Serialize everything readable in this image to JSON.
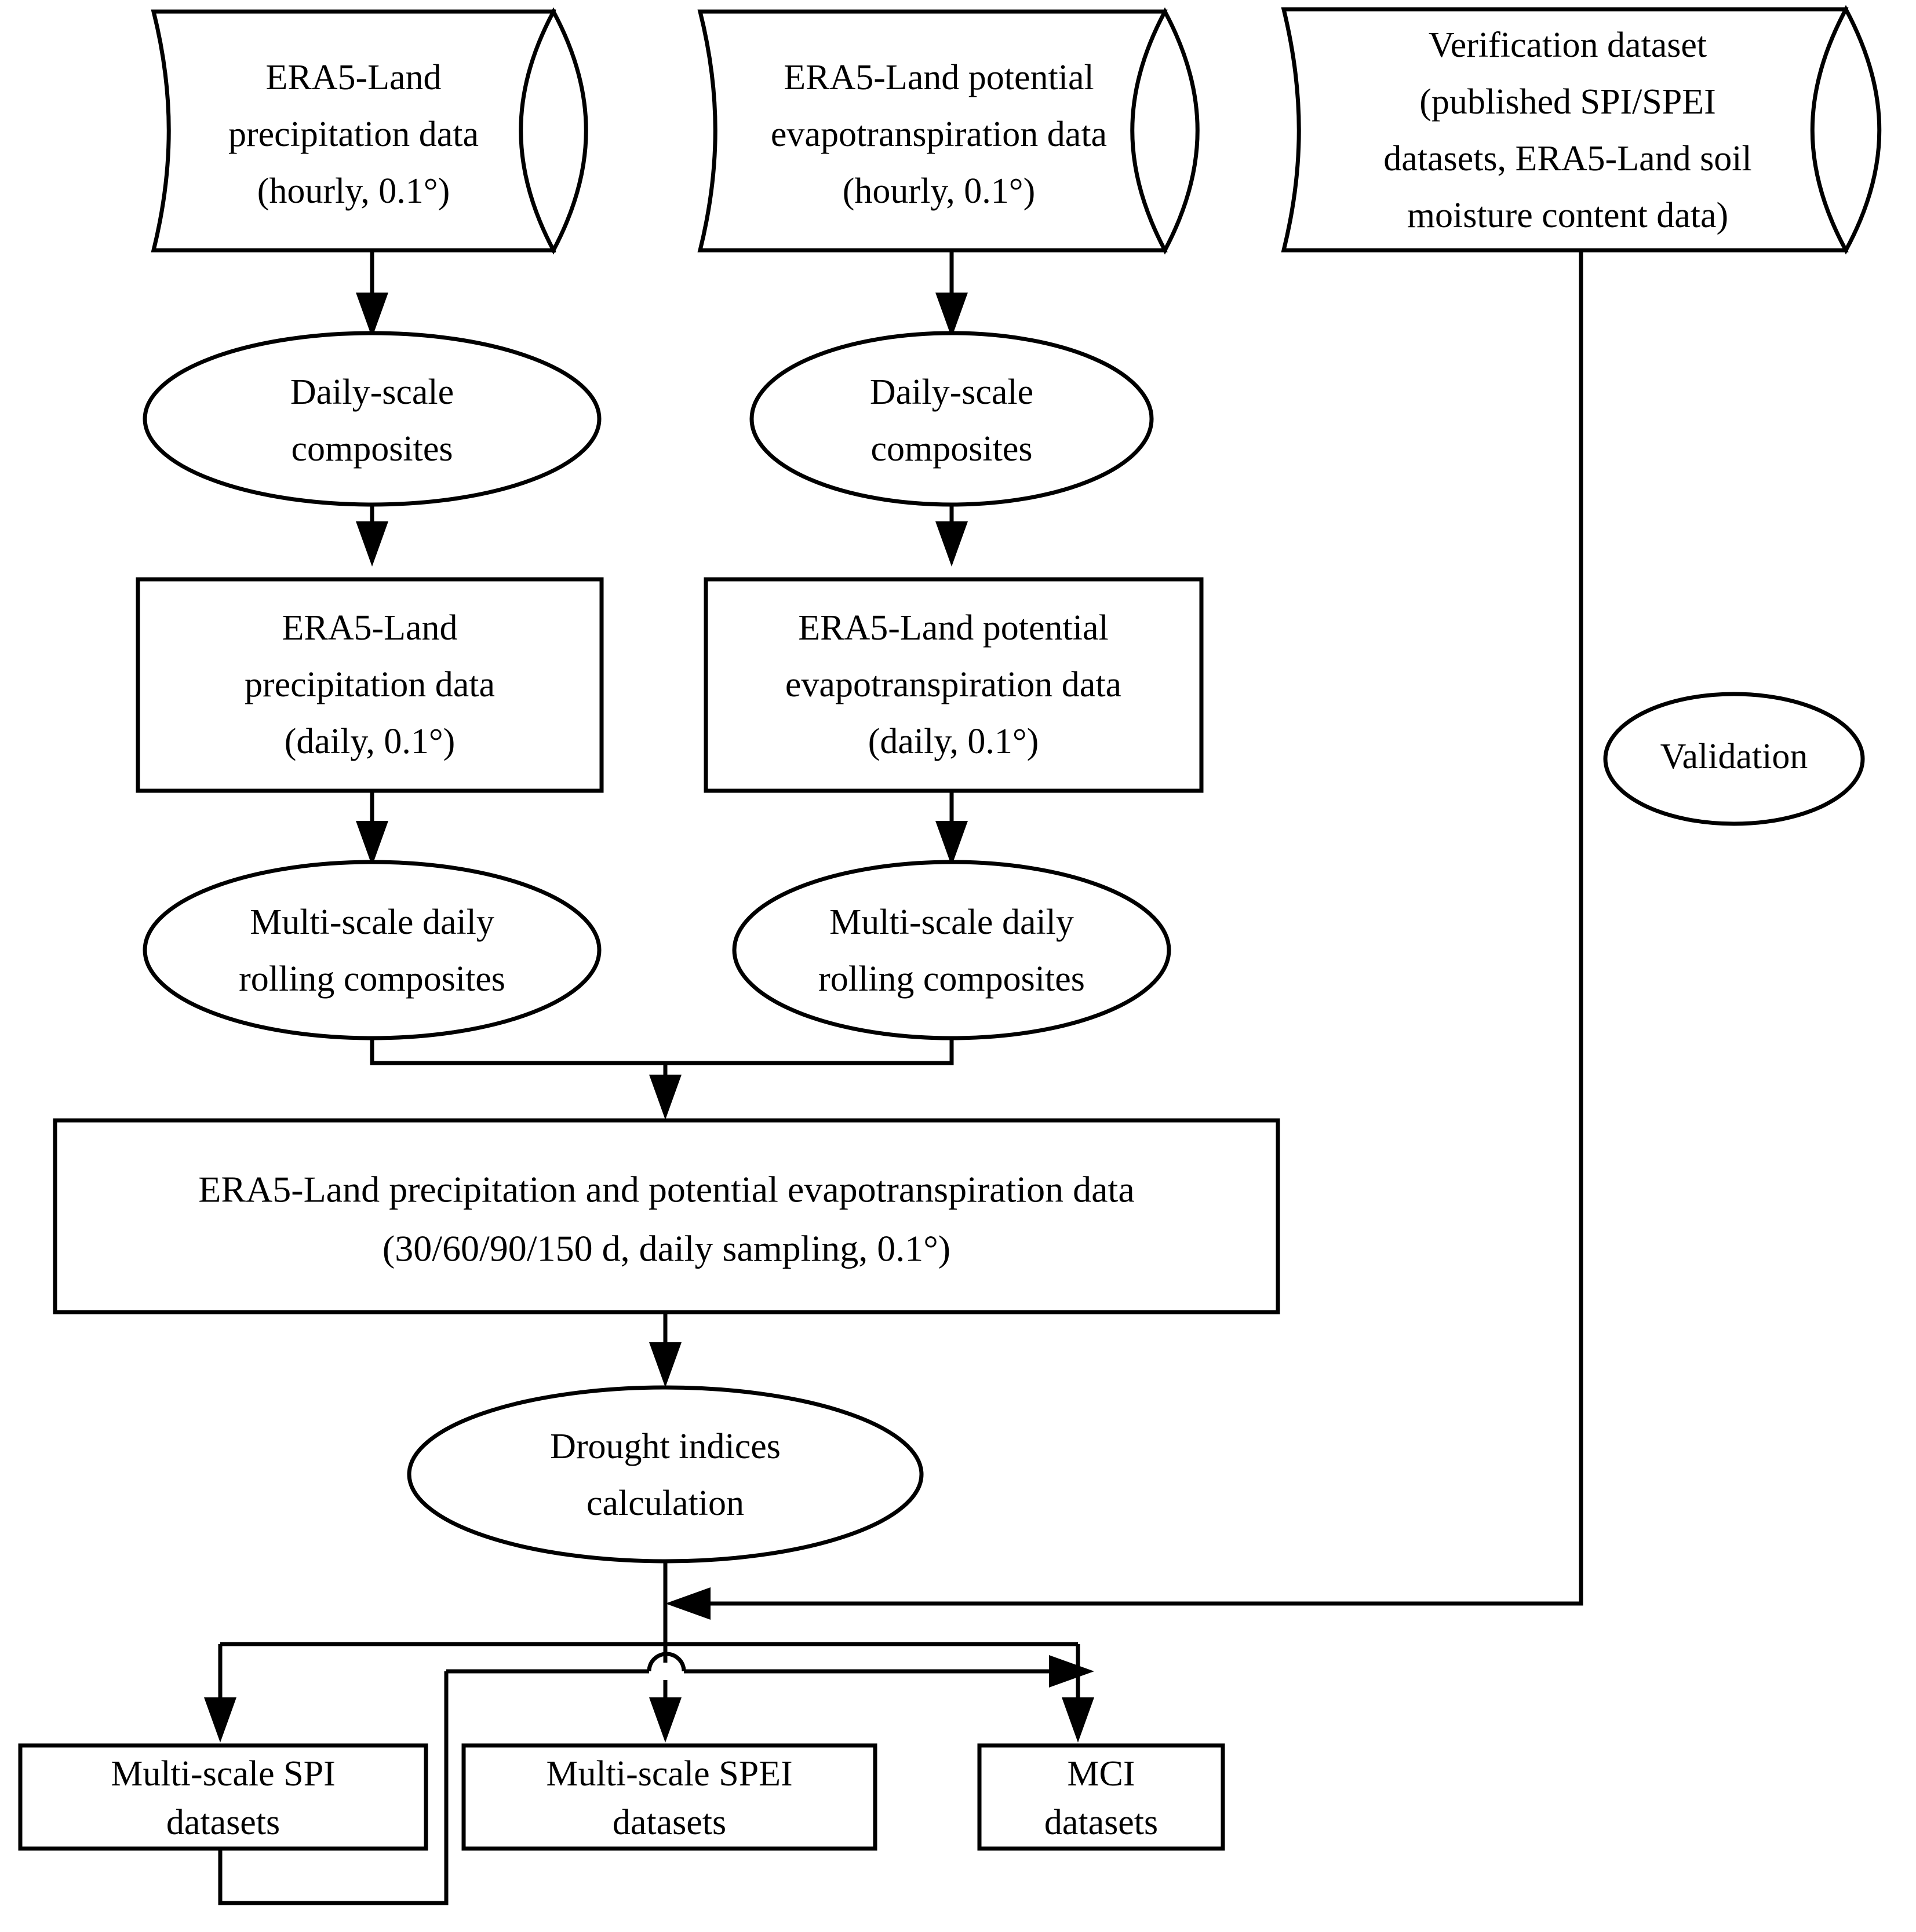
{
  "diagram": {
    "title": "Drought index computation workflow flowchart",
    "background_color": "#ffffff",
    "line_color": "#000000",
    "font_color": "#000000"
  },
  "nodes": {
    "cylinder_precip_hourly": {
      "shape": "cylinder",
      "lines": [
        "ERA5-Land",
        "precipitation data",
        "(hourly, 0.1°)"
      ]
    },
    "cylinder_pet_hourly": {
      "shape": "cylinder",
      "lines": [
        "ERA5-Land potential",
        "evapotranspiration data",
        "(hourly, 0.1°)"
      ]
    },
    "cylinder_verification": {
      "shape": "cylinder",
      "lines": [
        "Verification dataset",
        "(published SPI/SPEI",
        "datasets, ERA5-Land soil",
        "moisture content data)"
      ]
    },
    "ellipse_daily_composites_left": {
      "shape": "ellipse",
      "lines": [
        "Daily-scale",
        "composites"
      ]
    },
    "ellipse_daily_composites_right": {
      "shape": "ellipse",
      "lines": [
        "Daily-scale",
        "composites"
      ]
    },
    "box_precip_daily": {
      "shape": "rectangle",
      "lines": [
        "ERA5-Land",
        "precipitation data",
        "(daily, 0.1°)"
      ]
    },
    "box_pet_daily": {
      "shape": "rectangle",
      "lines": [
        "ERA5-Land potential",
        "evapotranspiration data",
        "(daily, 0.1°)"
      ]
    },
    "ellipse_validation": {
      "shape": "ellipse",
      "lines": [
        "Validation"
      ]
    },
    "ellipse_rolling_left": {
      "shape": "ellipse",
      "lines": [
        "Multi-scale daily",
        "rolling composites"
      ]
    },
    "ellipse_rolling_right": {
      "shape": "ellipse",
      "lines": [
        "Multi-scale daily",
        "rolling composites"
      ]
    },
    "box_combined_data": {
      "shape": "rectangle",
      "lines": [
        "ERA5-Land precipitation and potential evapotranspiration data",
        "(30/60/90/150 d, daily sampling, 0.1°)"
      ]
    },
    "ellipse_drought_indices": {
      "shape": "ellipse",
      "lines": [
        "Drought indices",
        "calculation"
      ]
    },
    "box_spi": {
      "shape": "rectangle",
      "lines": [
        "Multi-scale SPI",
        "datasets"
      ]
    },
    "box_spei": {
      "shape": "rectangle",
      "lines": [
        "Multi-scale SPEI",
        "datasets"
      ]
    },
    "box_mci": {
      "shape": "rectangle",
      "lines": [
        "MCI",
        "datasets"
      ]
    }
  }
}
